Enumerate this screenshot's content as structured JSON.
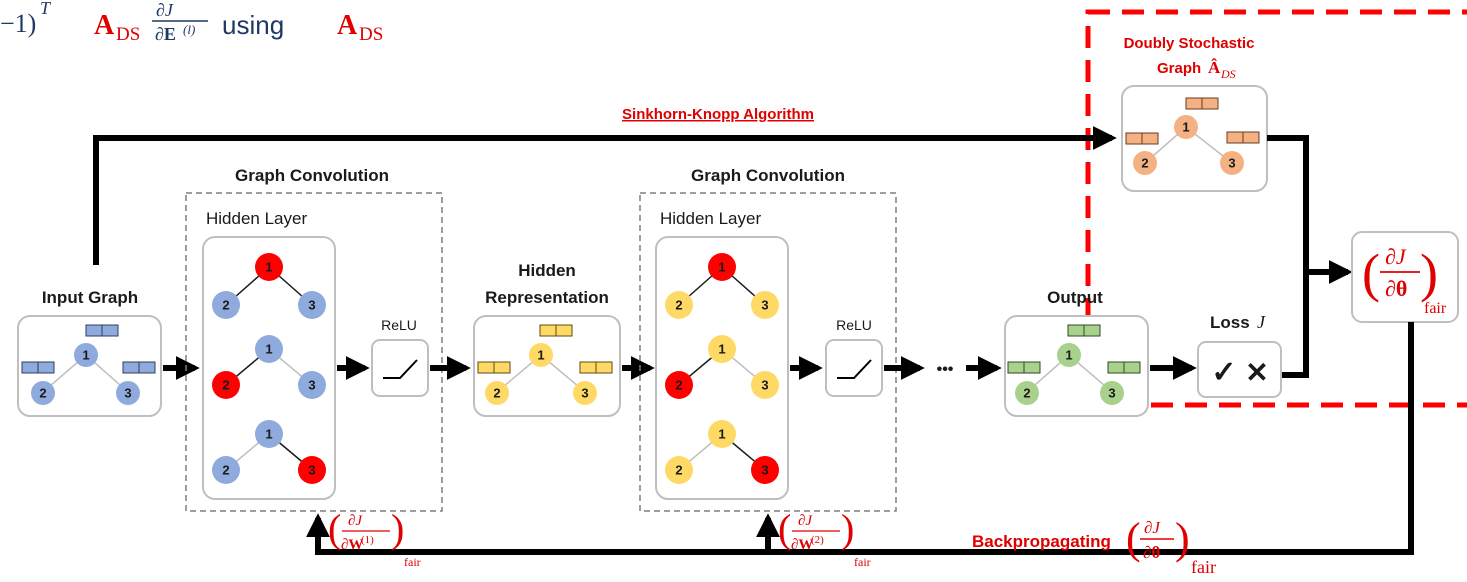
{
  "top_formula": {
    "left_part": "−1)",
    "superscript": "T",
    "a_symbol": "A",
    "a_sub": "DS",
    "frac_num": "∂J",
    "frac_den": "∂E",
    "frac_den_sup": "(l)",
    "using": "using",
    "a2_symbol": "A",
    "a2_sub": "DS"
  },
  "labels": {
    "sinkhorn": "Sinkhorn-Knopp Algorithm",
    "doubly_line1": "Doubly Stochastic",
    "doubly_line2": "Graph",
    "doubly_sym": "Â",
    "doubly_sub": "DS",
    "graph_conv_1": "Graph Convolution",
    "graph_conv_2": "Graph Convolution",
    "hidden_layer_1": "Hidden Layer",
    "hidden_layer_2": "Hidden Layer",
    "input_graph": "Input Graph",
    "hidden_rep_line1": "Hidden",
    "hidden_rep_line2": "Representation",
    "output": "Output",
    "loss": "Loss",
    "loss_sym": "J",
    "relu_1": "ReLU",
    "relu_2": "ReLU",
    "ellipsis": "•••",
    "backprop": "Backpropagating",
    "check": "✓",
    "cross": "✕"
  },
  "gradients": {
    "final": {
      "num": "∂J",
      "den": "∂θ",
      "sub": "fair"
    },
    "w1": {
      "num": "∂J",
      "den": "∂W",
      "den_sup": "(1)",
      "sub": "fair"
    },
    "w2": {
      "num": "∂J",
      "den": "∂W",
      "den_sup": "(2)",
      "sub": "fair"
    },
    "backprop": {
      "num": "∂J",
      "den": "∂θ",
      "sub": "fair"
    }
  },
  "node_numbers": {
    "n1": "1",
    "n2": "2",
    "n3": "3"
  },
  "colors": {
    "blue_node": "#8faadc",
    "blue_feat": "#8faadc",
    "red_node": "#ff0000",
    "yellow_node": "#ffd966",
    "green_node": "#a9d18e",
    "orange_node": "#f4b183",
    "red_dash": "#ff0000",
    "formula_red": "#e00000",
    "formula_dark": "#1f3864"
  }
}
